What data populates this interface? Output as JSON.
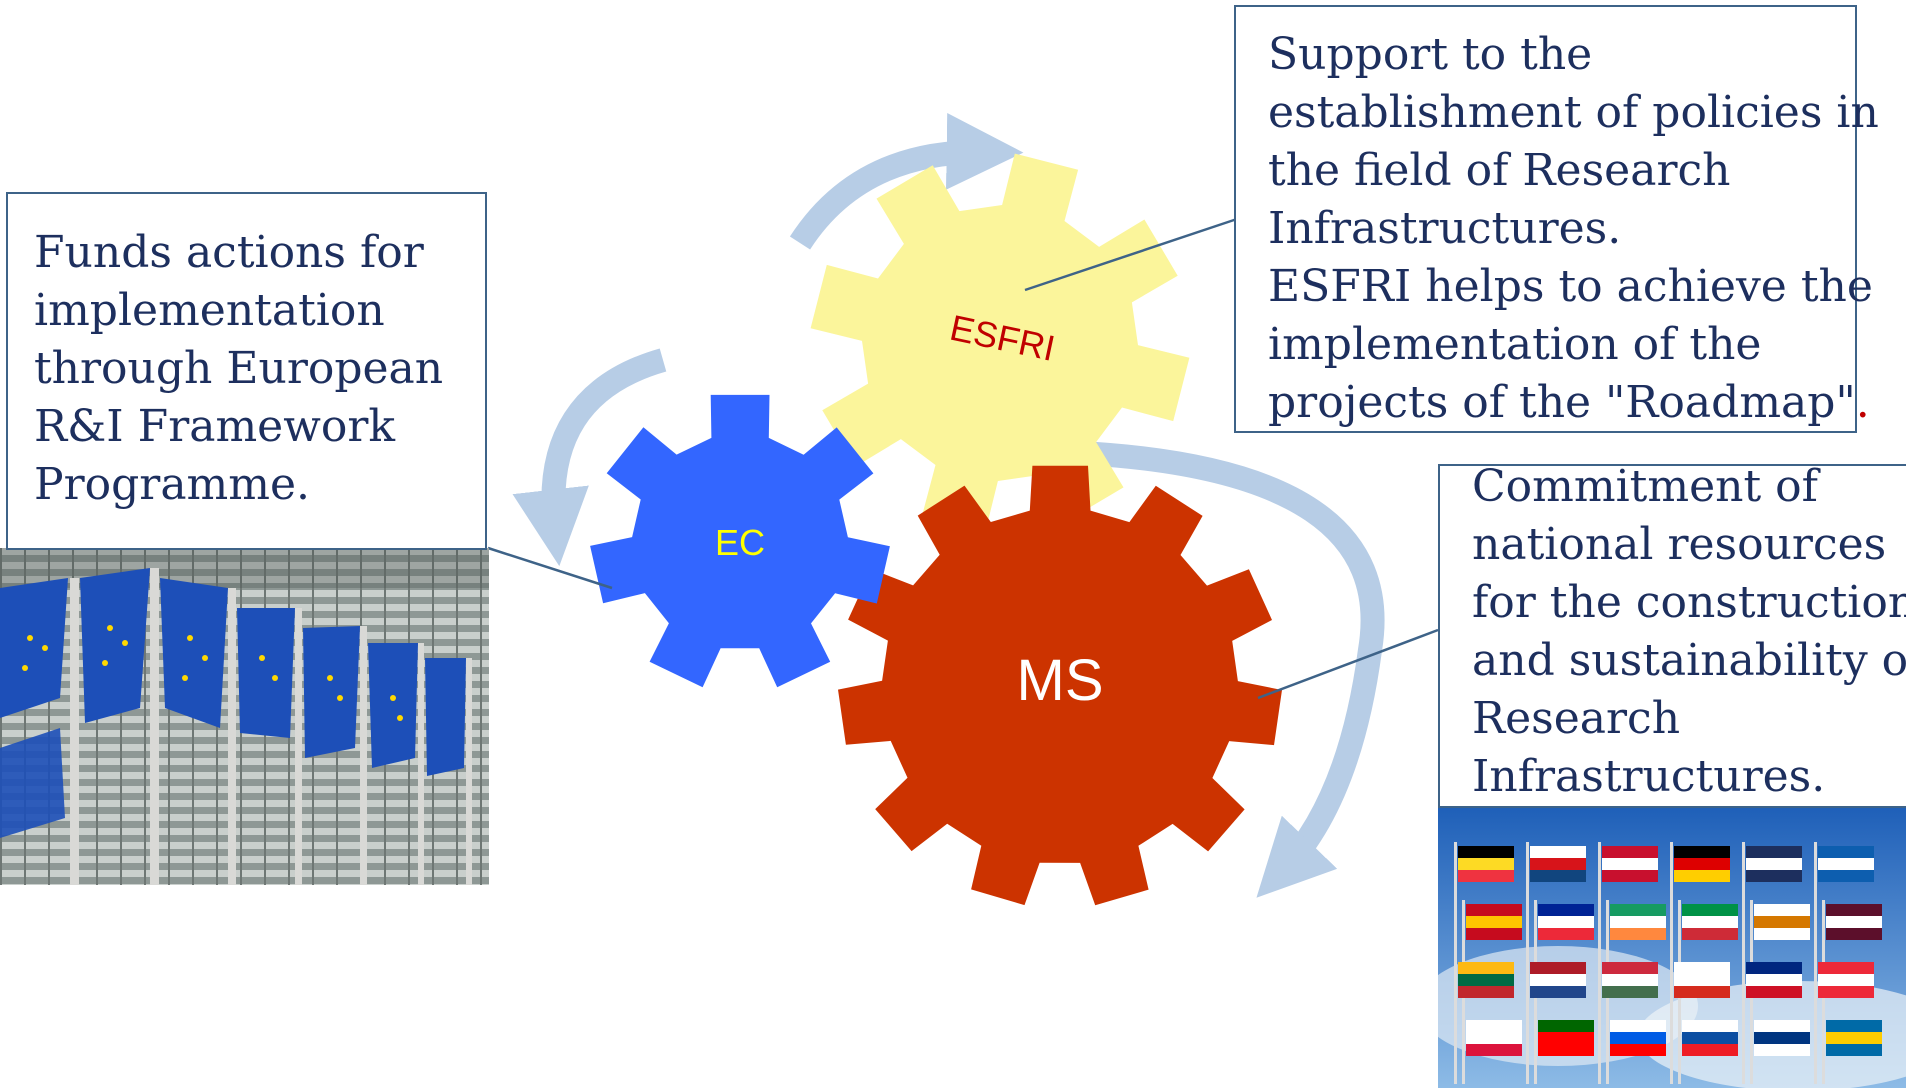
{
  "gears": {
    "esfri": {
      "label": "ESFRI",
      "fill": "#fbf59b",
      "text_color": "#c00000"
    },
    "ec": {
      "label": "EC",
      "fill": "#3366ff",
      "text_color": "#ffff00"
    },
    "ms": {
      "label": "MS",
      "fill": "#cc3300",
      "text_color": "#ffffff"
    }
  },
  "cycle_arrow_color": "#b7cde6",
  "callouts": {
    "ec": {
      "lines": [
        "Funds actions for",
        "implementation",
        "through European",
        "R&I Framework",
        "Programme."
      ]
    },
    "esfri": {
      "lines": [
        "Support to the",
        "establishment of policies in",
        "the field of Research",
        "Infrastructures.",
        "ESFRI helps to achieve the",
        "implementation of the",
        "projects of the \"Roadmap\""
      ],
      "final_mark": "."
    },
    "ms": {
      "lines": [
        "Commitment of",
        "national resources",
        "for the construction",
        "and sustainability of",
        "Research",
        "Infrastructures."
      ]
    }
  },
  "photos": {
    "eu_flags": "eu-flags-photo",
    "member_flags": "member-state-flags-photo"
  },
  "colors": {
    "text": "#1d2f5e",
    "border": "#3e6388"
  }
}
